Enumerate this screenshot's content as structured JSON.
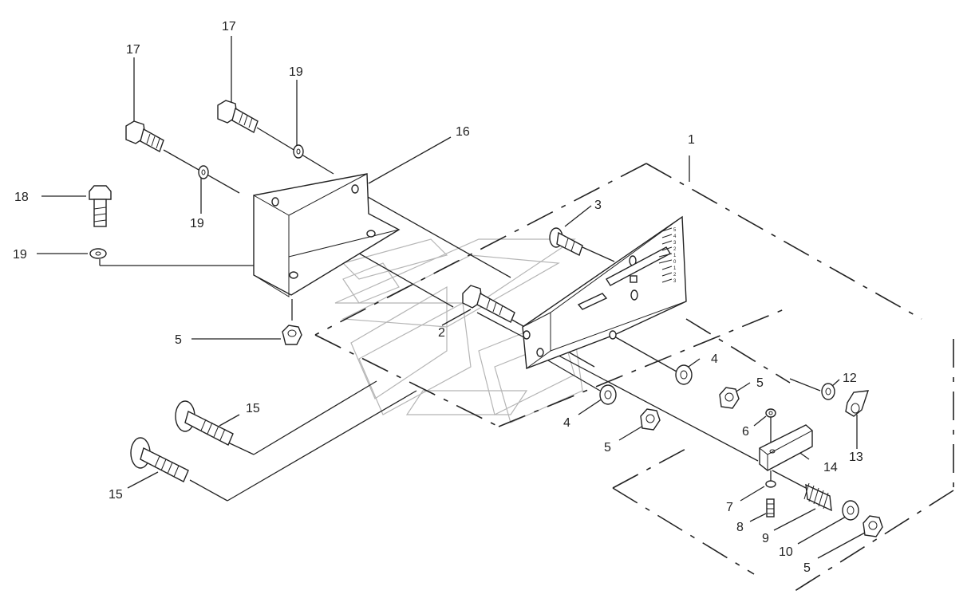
{
  "diagram": {
    "callouts": {
      "c1": "1",
      "c2": "2",
      "c3": "3",
      "c4a": "4",
      "c4b": "4",
      "c5a": "5",
      "c5b": "5",
      "c5c": "5",
      "c5d": "5",
      "c6": "6",
      "c7": "7",
      "c8": "8",
      "c9": "9",
      "c10": "10",
      "c12": "12",
      "c13": "13",
      "c14": "14",
      "c15a": "15",
      "c15b": "15",
      "c16": "16",
      "c17a": "17",
      "c17b": "17",
      "c18": "18",
      "c19a": "19",
      "c19b": "19",
      "c19c": "19"
    },
    "scale_marks": [
      "5",
      "4",
      "3",
      "2",
      "1",
      "0",
      "1",
      "2",
      "3"
    ]
  }
}
